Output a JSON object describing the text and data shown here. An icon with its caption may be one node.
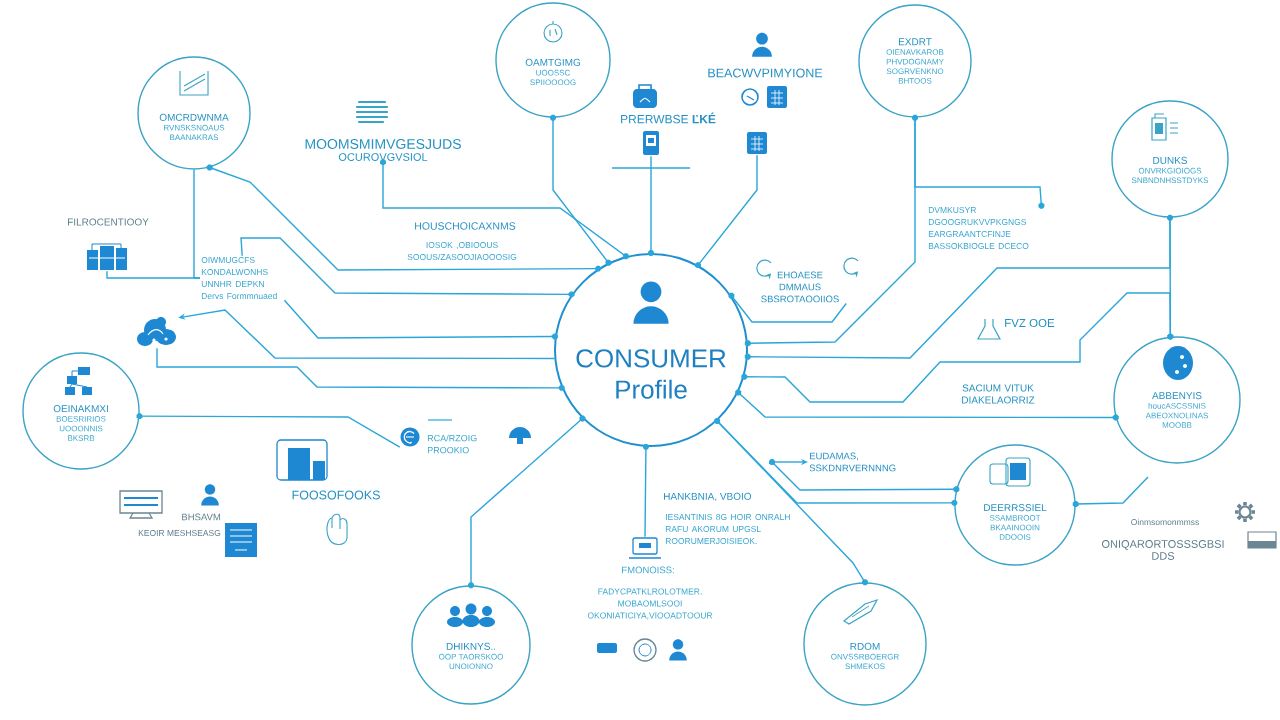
{
  "diagram": {
    "nodes": [
      {
        "text": [
          "CONSUMER Profile"
        ]
      },
      {
        "text": [
          "OMCRDWNMA",
          "RVNSKSNOAUS BAANAKRAS"
        ]
      },
      {
        "text": [
          "OAMTGIMG",
          "UOOSSC SPIIOOOOG"
        ]
      },
      {
        "text": [
          "EXDRT",
          "OIENAVKAROB PHVDOGNAMY SOGRVENKNO BHTOOS"
        ]
      },
      {
        "text": [
          "DUNKS",
          "ONVRKGIOIOGS SNBNDNHSSTDYKS"
        ]
      },
      {
        "text": [
          "ABBENYIS",
          "houcASCSSNIS ABEOXNOLINAS MOOBB"
        ]
      },
      {
        "text": [
          "DEERRSSIEL",
          "SSAMBROOT BKAAINOOIN DDOOIS"
        ]
      },
      {
        "text": [
          "RDOM",
          "ONVSSRBOERGR SHMEKOS"
        ]
      },
      {
        "text": [
          "DHIKNYS..",
          "OOP TAORSKOO UNOIONNO"
        ]
      },
      {
        "text": [
          "OEINAKMXI",
          "BOESRIRIOS UOOONNIS BKSRB"
        ]
      },
      {
        "text": [
          "MOOMSMIMVGESJUDS",
          "OCUROVGVSIOL"
        ]
      },
      {
        "text": [],
        "shape": "picture"
      },
      {
        "text": [],
        "shape": "picture"
      },
      {
        "text": [
          "EHOAESE DMMAUS SBSROTAOOIIOS"
        ]
      },
      {
        "text": [],
        "shape": "picture",
        "beside": [
          "FILROCENTIOOY"
        ]
      },
      {
        "text": [
          "OIWMUGCFS KONDALWONHS UNNHR DEPKN Dervs Formmnuaed"
        ]
      },
      {
        "text": [],
        "shape": "picture"
      },
      {
        "text": [],
        "shape": "picture"
      },
      {
        "text": [
          "EUDAMAS, SSKDNRVERNNNG"
        ]
      },
      {
        "text": [
          "DVMKUSYR DGOOGRUKVVPKGNGS EARGRAANTCFINJE BASSOKBIOGLE DCECO"
        ]
      },
      {
        "text": [],
        "shape": "picture",
        "beside": [
          "RCA/RZOIG PROOKIO"
        ]
      }
    ],
    "edges": [
      {
        "from": 1,
        "to": 15,
        "arrow": "none"
      },
      {
        "from": 14,
        "to": 15,
        "arrow": "none"
      },
      {
        "from": 2,
        "to": 0,
        "arrow": "other"
      },
      {
        "from": 10,
        "to": 0,
        "arrow": "other"
      },
      {
        "from": 11,
        "to": 0,
        "arrow": "other"
      },
      {
        "from": 12,
        "to": 0,
        "arrow": "other"
      },
      {
        "from": 13,
        "to": 0,
        "arrow": "other"
      },
      {
        "from": 3,
        "to": 0,
        "arrow": "other"
      },
      {
        "from": 3,
        "to": 19,
        "arrow": "other"
      },
      {
        "from": 4,
        "to": 0,
        "arrow": "other"
      },
      {
        "from": 4,
        "to": 5,
        "arrow": "other"
      },
      {
        "from": 0,
        "to": 5,
        "arrow": "other"
      },
      {
        "from": 0,
        "to": 5,
        "arrow": "other"
      },
      {
        "from": 0,
        "to": 7,
        "arrow": "other"
      },
      {
        "from": 0,
        "to": 6,
        "arrow": "other"
      },
      {
        "from": null,
        "to": 18,
        "arrow": "to"
      },
      {
        "from": null,
        "to": 6,
        "arrow": "other"
      },
      {
        "from": null,
        "to": 6,
        "arrow": "other"
      },
      {
        "from": 0,
        "to": 8,
        "arrow": "other"
      },
      {
        "from": 17,
        "to": 0,
        "arrow": "other"
      },
      {
        "from": 20,
        "to": 9,
        "arrow": "other"
      },
      {
        "from": 1,
        "to": 0,
        "arrow": "other"
      },
      {
        "from": 15,
        "to": 0,
        "arrow": "other"
      },
      {
        "from": 15,
        "to": 0,
        "arrow": "other"
      },
      {
        "from": 0,
        "to": 16,
        "arrow": "to"
      },
      {
        "from": 16,
        "to": 0,
        "arrow": "other"
      }
    ],
    "labels": [
      "BEACWVPIMYIONE",
      "PRERWBSE **ĽKÉ**",
      "HOUSCHOICAXNMS",
      "IOSOK ,OBIOOUS SOOUS/ZASOOJIAOOOSIG",
      "FVZ OOE",
      "SACIUM VITUK DIAKELAORRIZ",
      "FOOSOFOOKS",
      "HANKBNIA, VBOIO",
      "BHSAVM",
      "Oinmsomonmmss",
      "IESANTINIS 8G HOIR ONRALH RAFU AKORUM UPGSL ROORUMERJOISIEOK.",
      "KEOIR MESHSEASG",
      "ONIQARORTOSSSGBSI DDS",
      "FMONOISS:",
      "FADYCPATKLROLOTMER. MOBAOMLSOOI OKONIATICIYA,VIOOADTOOUR"
    ]
  }
}
